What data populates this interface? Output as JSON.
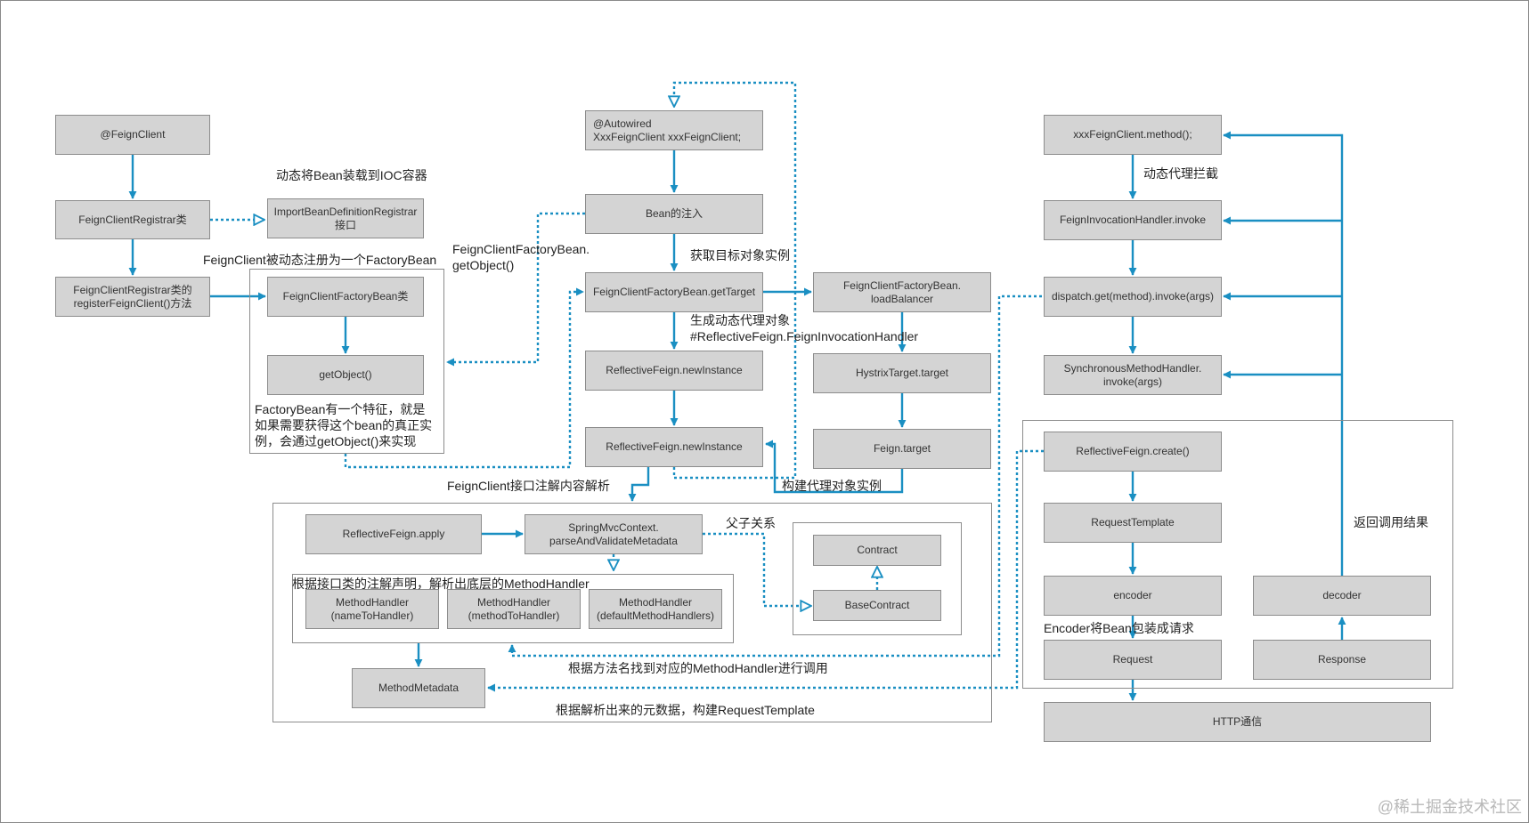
{
  "diagram": {
    "groups": [
      {
        "id": "factorybean-group"
      },
      {
        "id": "parse-group"
      },
      {
        "id": "handlers-group"
      },
      {
        "id": "contract-group"
      },
      {
        "id": "request-group"
      }
    ],
    "nodes": [
      {
        "id": "feignclient-annotation",
        "lines": [
          "@FeignClient"
        ]
      },
      {
        "id": "feignclientregistrar",
        "lines": [
          "FeignClientRegistrar类"
        ]
      },
      {
        "id": "importbeandefinitionregistrar",
        "lines": [
          "ImportBeanDefinitionRegistrar",
          "接口"
        ]
      },
      {
        "id": "registerfeignclient",
        "lines": [
          "FeignClientRegistrar类的",
          "registerFeignClient()方法"
        ]
      },
      {
        "id": "feignclientfactorybean",
        "lines": [
          "FeignClientFactoryBean类"
        ]
      },
      {
        "id": "getobject",
        "lines": [
          "getObject()"
        ]
      },
      {
        "id": "autowired",
        "lines": [
          "@Autowired",
          "XxxFeignClient xxxFeignClient;"
        ]
      },
      {
        "id": "bean-injection",
        "lines": [
          "Bean的注入"
        ]
      },
      {
        "id": "gettarget",
        "lines": [
          "FeignClientFactoryBean.getTarget"
        ]
      },
      {
        "id": "loadbalancer",
        "lines": [
          "FeignClientFactoryBean.",
          "loadBalancer"
        ]
      },
      {
        "id": "newinstance-1",
        "lines": [
          "ReflectiveFeign.newInstance"
        ]
      },
      {
        "id": "hystrixtarget",
        "lines": [
          "HystrixTarget.target"
        ]
      },
      {
        "id": "newinstance-2",
        "lines": [
          "ReflectiveFeign.newInstance"
        ]
      },
      {
        "id": "feign-target",
        "lines": [
          "Feign.target"
        ]
      },
      {
        "id": "reflectivefeign-apply",
        "lines": [
          "ReflectiveFeign.apply"
        ]
      },
      {
        "id": "parseandvalidatemetadata",
        "lines": [
          "SpringMvcContext.",
          "parseAndValidateMetadata"
        ]
      },
      {
        "id": "methodhandler-nametohandler",
        "lines": [
          "MethodHandler",
          "(nameToHandler)"
        ]
      },
      {
        "id": "methodhandler-methodtohandler",
        "lines": [
          "MethodHandler",
          "(methodToHandler)"
        ]
      },
      {
        "id": "methodhandler-default",
        "lines": [
          "MethodHandler",
          "(defaultMethodHandlers)"
        ]
      },
      {
        "id": "contract",
        "lines": [
          "Contract"
        ]
      },
      {
        "id": "basecontract",
        "lines": [
          "BaseContract"
        ]
      },
      {
        "id": "methodmetadata",
        "lines": [
          "MethodMetadata"
        ]
      },
      {
        "id": "client-method-call",
        "lines": [
          "xxxFeignClient.method();"
        ]
      },
      {
        "id": "feigninvocationhandler-invoke",
        "lines": [
          "FeignInvocationHandler.invoke"
        ]
      },
      {
        "id": "dispatch-invoke",
        "lines": [
          "dispatch.get(method).invoke(args)"
        ]
      },
      {
        "id": "synchronousmethodhandler-invoke",
        "lines": [
          "SynchronousMethodHandler.",
          "invoke(args)"
        ]
      },
      {
        "id": "reflectivefeign-create",
        "lines": [
          "ReflectiveFeign.create()"
        ]
      },
      {
        "id": "requesttemplate",
        "lines": [
          "RequestTemplate"
        ]
      },
      {
        "id": "encoder",
        "lines": [
          "encoder"
        ]
      },
      {
        "id": "decoder",
        "lines": [
          "decoder"
        ]
      },
      {
        "id": "request",
        "lines": [
          "Request"
        ]
      },
      {
        "id": "response",
        "lines": [
          "Response"
        ]
      },
      {
        "id": "http-communication",
        "lines": [
          "HTTP通信"
        ]
      }
    ],
    "labels": [
      {
        "id": "label-dynamic-ioc",
        "lines": [
          "动态将Bean装载到IOC容器"
        ]
      },
      {
        "id": "label-dynamic-register",
        "lines": [
          "FeignClient被动态注册为一个FactoryBean"
        ]
      },
      {
        "id": "label-factorybean-getobject",
        "lines": [
          "FeignClientFactoryBean.",
          "getObject()"
        ]
      },
      {
        "id": "label-factorybean-feature",
        "lines": [
          "FactoryBean有一个特征，就是",
          "如果需要获得这个bean的真正实",
          "例，会通过getObject()来实现"
        ]
      },
      {
        "id": "label-get-target-instance",
        "lines": [
          "获取目标对象实例"
        ]
      },
      {
        "id": "label-generate-proxy",
        "lines": [
          "生成动态代理对象",
          "#ReflectiveFeign.FeignInvocationHandler"
        ]
      },
      {
        "id": "label-build-proxy",
        "lines": [
          "构建代理对象实例"
        ]
      },
      {
        "id": "label-annotation-parse",
        "lines": [
          "FeignClient接口注解内容解析"
        ]
      },
      {
        "id": "label-parent-child",
        "lines": [
          "父子关系"
        ]
      },
      {
        "id": "label-parse-methodhandler",
        "lines": [
          "根据接口类的注解声明，解析出底层的MethodHandler"
        ]
      },
      {
        "id": "label-find-handler",
        "lines": [
          "根据方法名找到对应的MethodHandler进行调用"
        ]
      },
      {
        "id": "label-build-requesttemplate",
        "lines": [
          "根据解析出来的元数据，构建RequestTemplate"
        ]
      },
      {
        "id": "label-proxy-intercept",
        "lines": [
          "动态代理拦截"
        ]
      },
      {
        "id": "label-encoder-wrap",
        "lines": [
          "Encoder将Bean包装成请求"
        ]
      },
      {
        "id": "label-return-result",
        "lines": [
          "返回调用结果"
        ]
      }
    ]
  },
  "watermark": "@稀土掘金技术社区",
  "colors": {
    "accent": "#1a8fc2",
    "box_fill": "#d4d4d4",
    "box_border": "#8c8c8c"
  }
}
